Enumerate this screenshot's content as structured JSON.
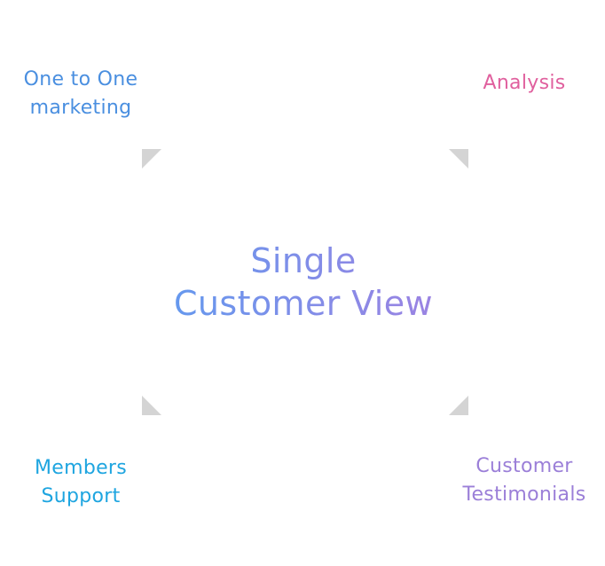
{
  "center": {
    "line1": "Single",
    "line2": "Customer View"
  },
  "nodes": {
    "top_left": {
      "line1": "One to One",
      "line2": "marketing",
      "color": "#4a8fe0"
    },
    "top_right": {
      "line1": "Analysis",
      "color": "#e0609e"
    },
    "bottom_left": {
      "line1": "Members",
      "line2": "Support",
      "color": "#1ea5e0"
    },
    "bottom_right": {
      "line1": "Customer",
      "line2": "Testimonials",
      "color": "#9b7fd8"
    }
  },
  "colors": {
    "arrow": "#d4d4d4",
    "center_gradient_start": "#5b9cf0",
    "center_gradient_end": "#a57fe0"
  }
}
